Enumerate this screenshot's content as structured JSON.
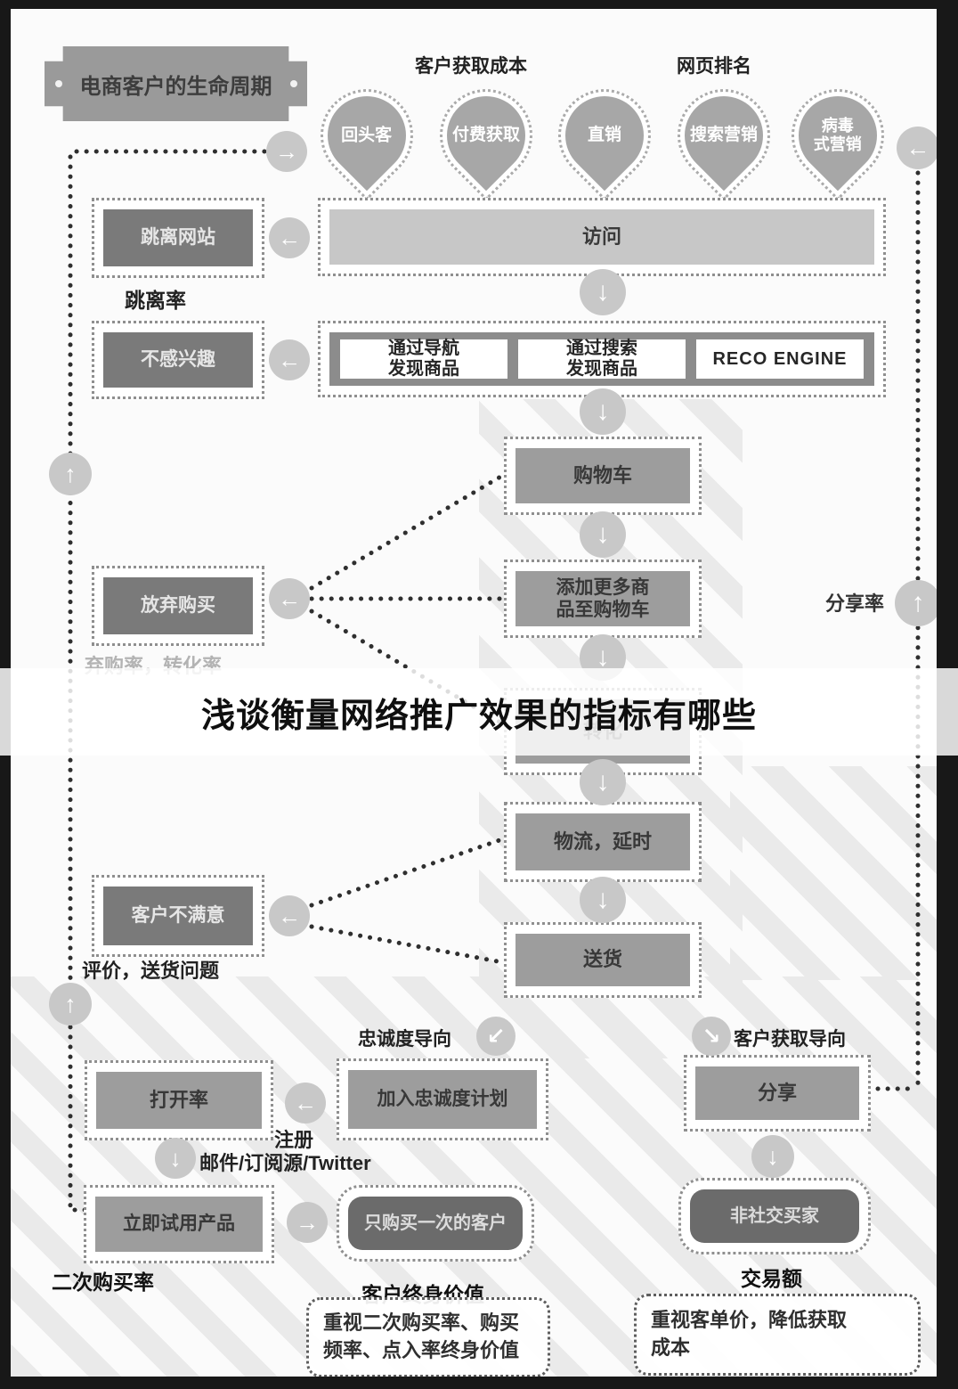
{
  "page_title": "浅谈衡量网络推广效果的指标有哪些",
  "plaque": "电商客户的生命周期",
  "top_labels": {
    "acquisition_cost": "客户获取成本",
    "page_rank": "网页排名"
  },
  "pins": [
    {
      "label": "回头客"
    },
    {
      "label": "付费获取"
    },
    {
      "label": "直销"
    },
    {
      "label": "搜索营销"
    },
    {
      "label": "病毒\n式营销"
    }
  ],
  "funnel": {
    "visit": "访问",
    "discovery": [
      {
        "label": "通过导航\n发现商品"
      },
      {
        "label": "通过搜索\n发现商品"
      },
      {
        "label": "RECO ENGINE"
      }
    ],
    "cart": "购物车",
    "add_more": "添加更多商\n品至购物车",
    "conversion": "转化",
    "logistics": "物流，延时",
    "delivery": "送货"
  },
  "exits": {
    "bounce": {
      "box": "跳离网站",
      "metric": "跳离率"
    },
    "not_interested": {
      "box": "不感兴趣"
    },
    "abandon": {
      "box": "放弃购买",
      "metric": "弃购率，转化率"
    },
    "unsatisfied": {
      "box": "客户不满意",
      "metric": "评价，送货问题"
    },
    "open_rate": {
      "box": "打开率",
      "metric": "注册"
    },
    "try_product": {
      "box": "立即试用产品",
      "metric": "二次购买率"
    }
  },
  "loyalty": {
    "heading": "忠诚度导向",
    "join": "加入忠诚度计划",
    "channel": "邮件/订阅源/Twitter",
    "one_time": "只购买一次的客户",
    "clv": "客户终身价值",
    "note": "重视二次购买率、购买\n频率、点入率终身价值"
  },
  "acquisition": {
    "heading": "客户获取导向",
    "share": "分享",
    "share_rate": "分享率",
    "non_social": "非社交买家",
    "gmv": "交易额",
    "note": "重视客单价，降低获取\n成本"
  },
  "icons": {
    "up": "↑",
    "down": "↓",
    "left": "←",
    "right": "→",
    "down_left": "↙",
    "down_right": "↘"
  },
  "colors": {
    "frame": "#181818",
    "box_mid": "#9d9d9d",
    "box_dark": "#7a7a7a",
    "visit": "#c7c7c7",
    "stripe": "#eaeaea"
  }
}
